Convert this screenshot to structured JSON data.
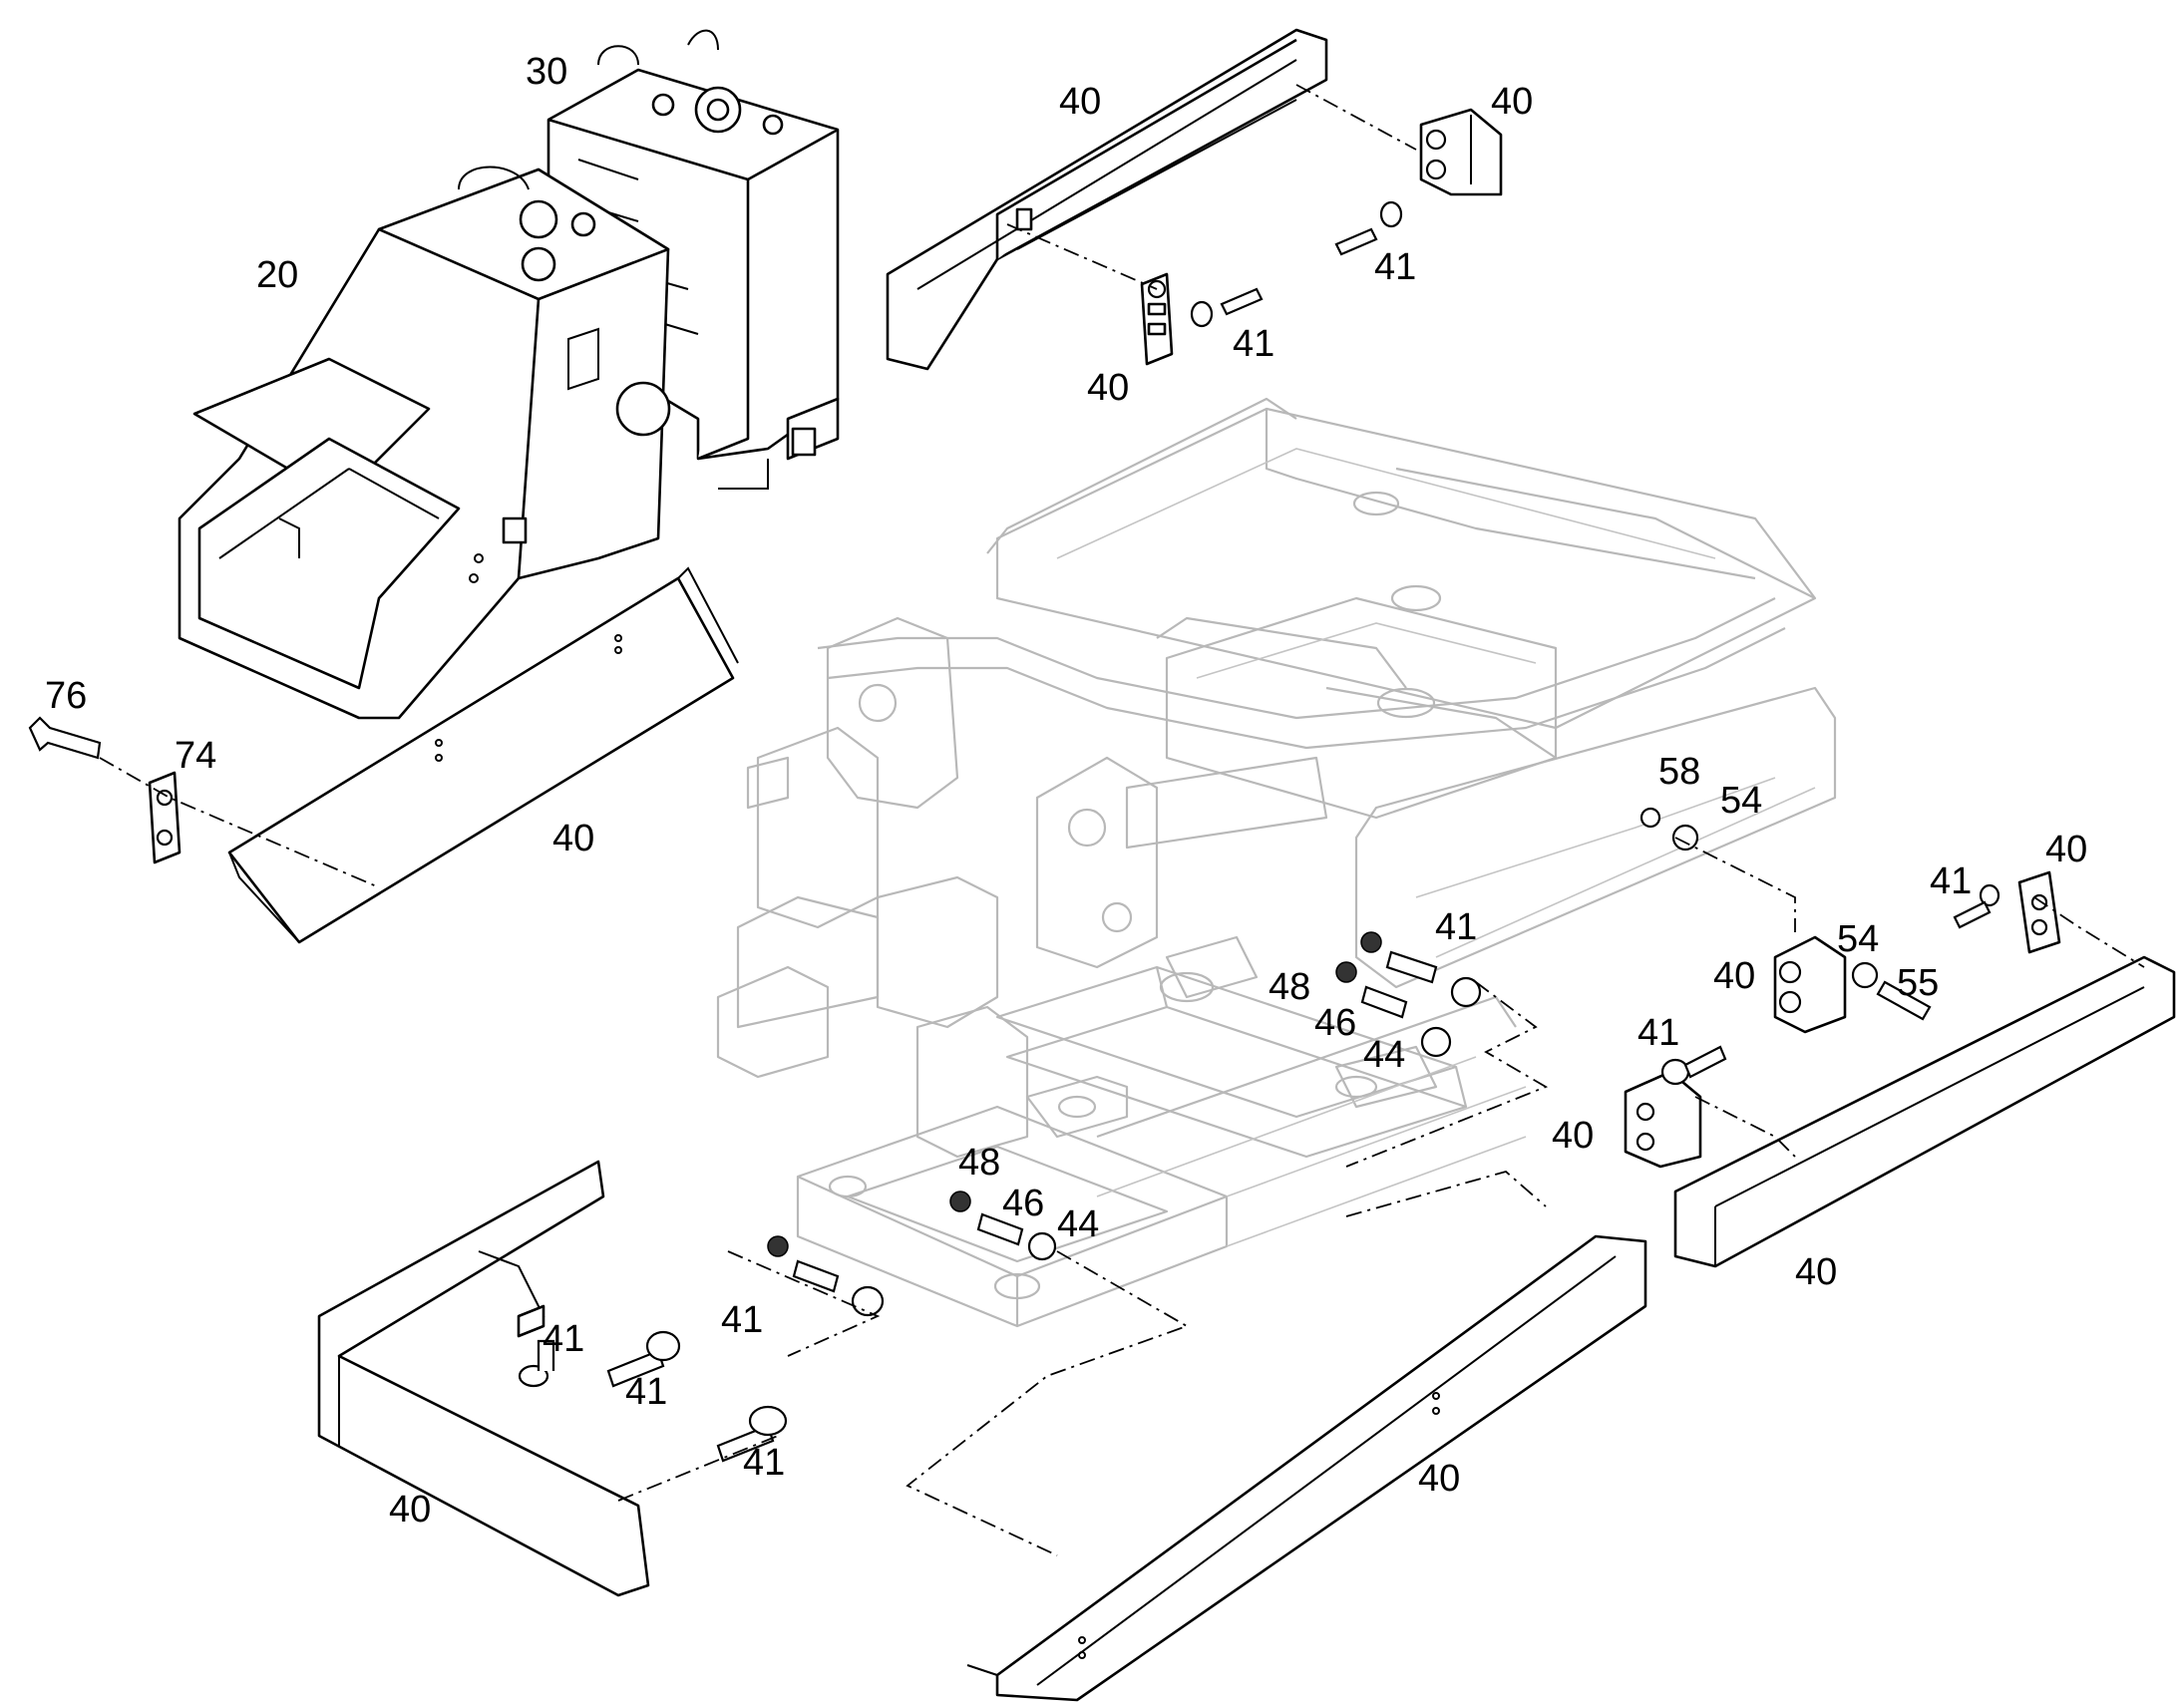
{
  "diagram": {
    "callouts": [
      {
        "id": "c1",
        "text": "30"
      },
      {
        "id": "c2",
        "text": "20"
      },
      {
        "id": "c3",
        "text": "40"
      },
      {
        "id": "c4",
        "text": "40"
      },
      {
        "id": "c5",
        "text": "41"
      },
      {
        "id": "c6",
        "text": "41"
      },
      {
        "id": "c7",
        "text": "40"
      },
      {
        "id": "c8",
        "text": "76"
      },
      {
        "id": "c9",
        "text": "74"
      },
      {
        "id": "c10",
        "text": "40"
      },
      {
        "id": "c11",
        "text": "58"
      },
      {
        "id": "c12",
        "text": "54"
      },
      {
        "id": "c13",
        "text": "40"
      },
      {
        "id": "c14",
        "text": "41"
      },
      {
        "id": "c15",
        "text": "41"
      },
      {
        "id": "c16",
        "text": "48"
      },
      {
        "id": "c17",
        "text": "46"
      },
      {
        "id": "c18",
        "text": "44"
      },
      {
        "id": "c19",
        "text": "40"
      },
      {
        "id": "c20",
        "text": "54"
      },
      {
        "id": "c21",
        "text": "55"
      },
      {
        "id": "c22",
        "text": "41"
      },
      {
        "id": "c23",
        "text": "40"
      },
      {
        "id": "c24",
        "text": "48"
      },
      {
        "id": "c25",
        "text": "46"
      },
      {
        "id": "c26",
        "text": "44"
      },
      {
        "id": "c27",
        "text": "41"
      },
      {
        "id": "c28",
        "text": "41"
      },
      {
        "id": "c29",
        "text": "41"
      },
      {
        "id": "c30",
        "text": "41"
      },
      {
        "id": "c31",
        "text": "40"
      },
      {
        "id": "c32",
        "text": "40"
      },
      {
        "id": "c33",
        "text": "40"
      }
    ]
  }
}
